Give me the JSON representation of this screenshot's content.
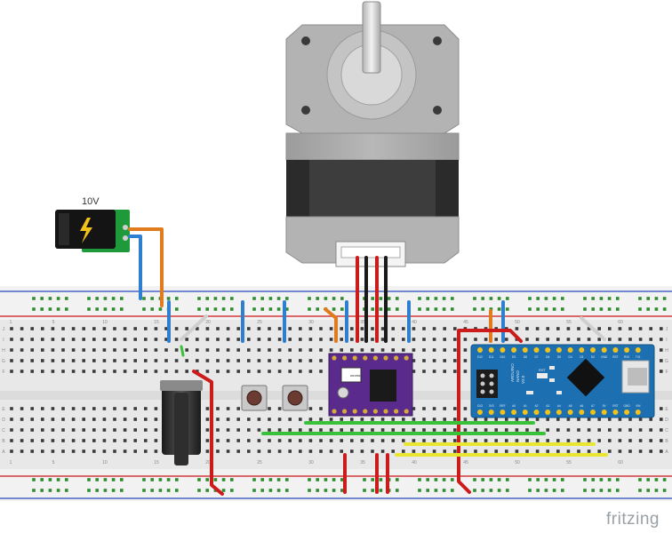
{
  "power_jack": {
    "label": "10V"
  },
  "breadboard": {
    "col_numbers": [
      "1",
      "5",
      "10",
      "15",
      "20",
      "25",
      "30",
      "35",
      "40",
      "45",
      "50",
      "55",
      "60"
    ],
    "rows_top": [
      "J",
      "I",
      "H",
      "G",
      "F"
    ],
    "rows_bottom": [
      "E",
      "D",
      "C",
      "B",
      "A"
    ]
  },
  "driver": {
    "label": "DRV8825"
  },
  "arduino": {
    "name": "ARDUINO",
    "model": "NANO",
    "version": "V3.0",
    "rst": "RST",
    "top_pins": [
      "D12",
      "D11",
      "D10",
      "D9",
      "D8",
      "D7",
      "D6",
      "D5",
      "D4",
      "D3",
      "D2",
      "GND",
      "RST",
      "RX0",
      "TX1"
    ],
    "bottom_pins": [
      "D13",
      "3V3",
      "REF",
      "A0",
      "A1",
      "A2",
      "A3",
      "A4",
      "A5",
      "A6",
      "A7",
      "5V",
      "RST",
      "GND",
      "VIN"
    ]
  },
  "brand": "fritzing",
  "colors": {
    "wire_red": "#cc1b1b",
    "wire_blue": "#2f7fd1",
    "wire_orange": "#e07b1e",
    "wire_green": "#39c13a",
    "wire_yellow": "#e8e631",
    "wire_black": "#1a1a1a",
    "rail_red": "#d23a3a",
    "rail_blue": "#4866c8",
    "board": "#ececec",
    "driver_purple": "#5a2a8c",
    "arduino_blue": "#1c6fb0",
    "pcb_green": "#1f9a3a"
  }
}
